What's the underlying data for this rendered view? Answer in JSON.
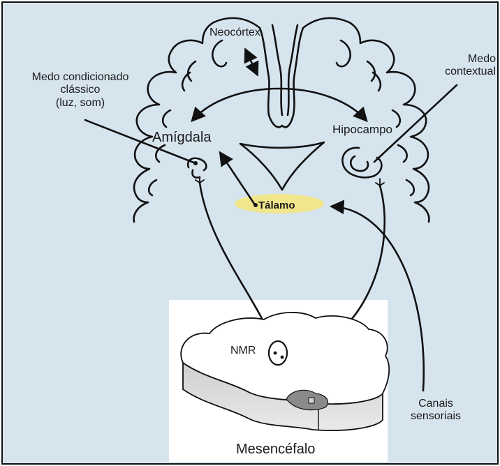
{
  "labels": {
    "neocortex": "Neocórtex",
    "medo_classico": [
      "Medo condicionado",
      "clássico",
      "(luz, som)"
    ],
    "medo_contextual": [
      "Medo",
      "contextual"
    ],
    "amigdala": "Amígdala",
    "hipocampo": "Hipocampo",
    "talamo": "Tálamo",
    "nmr": "NMR",
    "canais_sensoriais": [
      "Canais",
      "sensoriais"
    ],
    "mesencefalo": "Mesencéfalo"
  },
  "colors": {
    "panel_background": "#d6e4ee",
    "talamo_fill": "#f2e68c",
    "midbrain_panel": "#ffffff",
    "lesion_fill": "#8a8a8a",
    "outline": "#111111"
  }
}
